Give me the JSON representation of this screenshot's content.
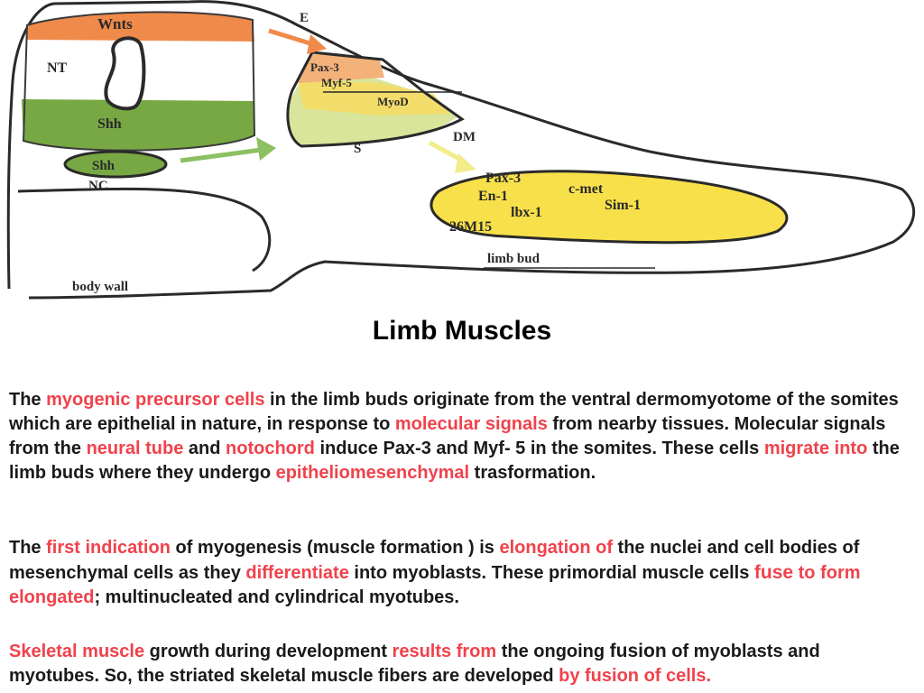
{
  "figure": {
    "labels": {
      "wnts": "Wnts",
      "nt": "NT",
      "shh_top": "Shh",
      "shh_nc": "Shh",
      "nc": "NC",
      "e": "E",
      "pax3_dm": "Pax-3",
      "myf5": "Myf-5",
      "myod": "MyoD",
      "s": "S",
      "dm": "DM",
      "pax3_limb": "Pax-3",
      "cmet": "c-met",
      "en1": "En-1",
      "sim1": "Sim-1",
      "lbx1": "lbx-1",
      "m26": "26M15",
      "limb_bud": "limb bud",
      "body_wall": "body wall"
    },
    "colors": {
      "wnts": "#f08a4b",
      "shh": "#78a844",
      "pax_band": "#f2b27a",
      "myf_band": "#f2dd6b",
      "s_region": "#d8e59a",
      "limb": "#f7e04a",
      "arrow_e": "#f08a4b",
      "arrow_s": "#8cc063",
      "arrow_dm": "#f2ec8a"
    }
  },
  "title": "Limb Muscles",
  "p1": {
    "t1": "The ",
    "h1": "myogenic precursor cells",
    "t2": " in the limb buds originate from the ventral dermomyotome of the somites which are epithelial in nature, in response to ",
    "h2": "molecular signals",
    "t3": " from nearby tissues. Molecular signals from the ",
    "h3": "neural tube",
    "t4": " and ",
    "h4": "notochord",
    "t5": " induce Pax-3 and Myf- 5 in the somites. These cells ",
    "h5": "migrate into",
    "t6": " the limb buds where they undergo ",
    "h6": "epitheliomesenchymal",
    "t7": " trasformation."
  },
  "p2": {
    "t1": "The ",
    "h1": "first indication",
    "t2": " of myogenesis (muscle formation ) is ",
    "h2": "elongation of",
    "t3": " the nuclei and cell bodies of mesenchymal cells as they ",
    "h3": "differentiate",
    "t4": " into myoblasts. These primordial muscle cells ",
    "h4": "fuse",
    "h5": " to form elongated",
    "t5": "; multinucleated and cylindrical myotubes."
  },
  "p3": {
    "h1": "Skeletal muscle",
    "t1": " growth during development ",
    "h2": "results from",
    "t2": " the ongoing ",
    "b1": "fusion",
    "t3": " of myoblasts and myotubes. So, the striated skeletal muscle fibers are developed ",
    "h3": "by fusion of cells."
  }
}
